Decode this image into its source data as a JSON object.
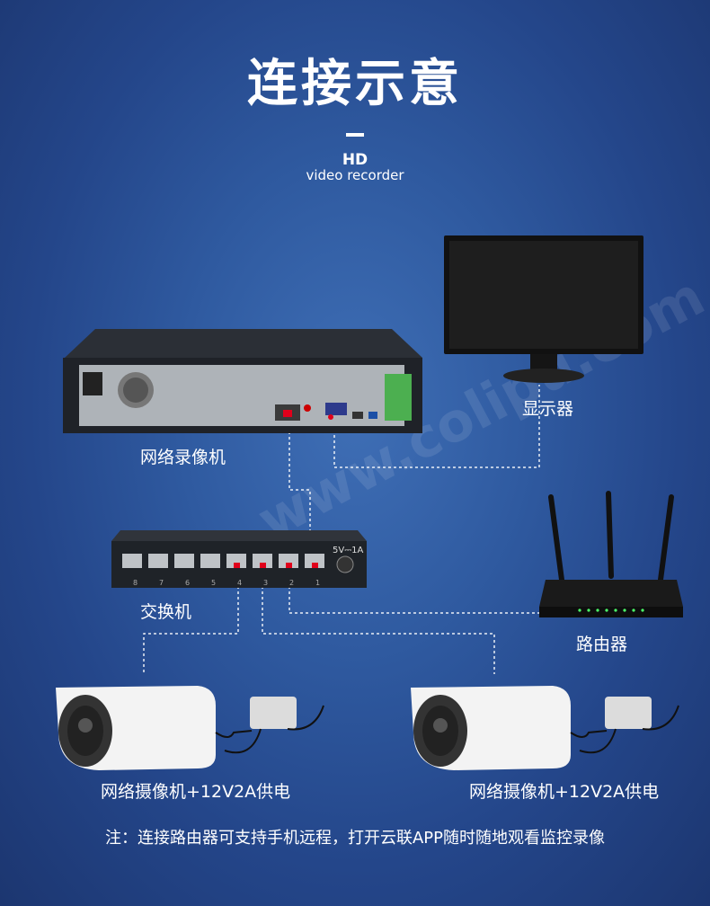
{
  "header": {
    "title": "连接示意",
    "hd": "HD",
    "subtitle": "video recorder"
  },
  "labels": {
    "nvr": "网络录像机",
    "monitor": "显示器",
    "switch": "交换机",
    "router": "路由器",
    "camera_left": "网络摄像机+12V2A供电",
    "camera_right": "网络摄像机+12V2A供电"
  },
  "switch_panel": {
    "power_rating": "5V⎓1A",
    "port_numbers": [
      "8",
      "7",
      "6",
      "5",
      "4",
      "3",
      "2",
      "1"
    ]
  },
  "watermark": "www.colipu.com",
  "footnote": "注：连接路由器可支持手机远程，打开云联APP随时随地观看监控录像",
  "colors": {
    "background": "#2f5aa0",
    "connector": "#ffffff",
    "port_highlight": "#e0001b"
  }
}
